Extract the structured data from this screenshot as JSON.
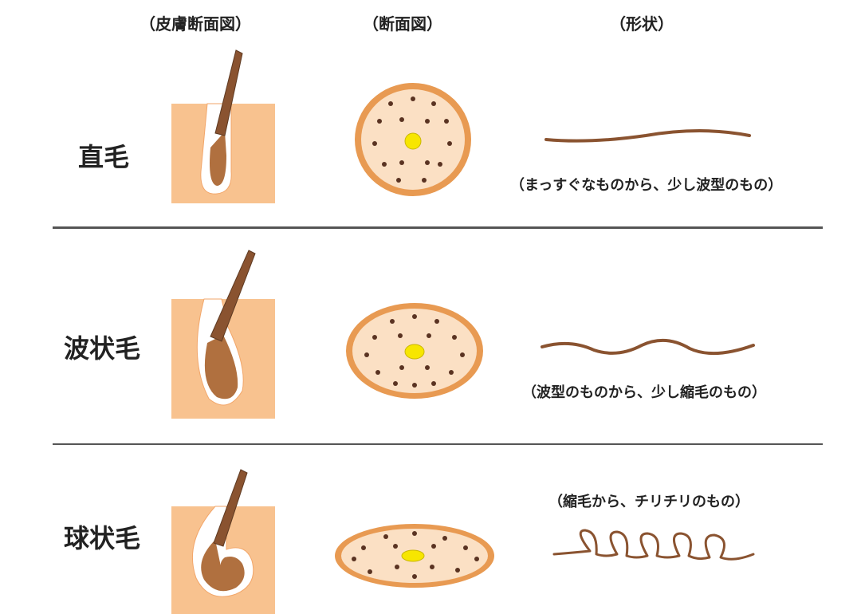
{
  "headers": {
    "skin_section": "（皮膚断面図）",
    "cross_section": "（断面図）",
    "shape": "（形状）"
  },
  "rows": [
    {
      "label": "直毛",
      "caption": "（まっすぐなものから、少し波型のもの）"
    },
    {
      "label": "波状毛",
      "caption": "（波型のものから、少し縮毛のもの）"
    },
    {
      "label": "球状毛",
      "caption": "（縮毛から、チリチリのもの）"
    }
  ],
  "colors": {
    "skin": "#f8c28f",
    "skin_top": "#f6b47c",
    "hair_dark": "#7a4a2a",
    "hair_mid": "#a8683b",
    "hair_light": "#c98a54",
    "cross_rim": "#e89a52",
    "cross_fill": "#fbe0c4",
    "cross_dot": "#5a3322",
    "medulla": "#f7e600",
    "divider": "#555555"
  }
}
